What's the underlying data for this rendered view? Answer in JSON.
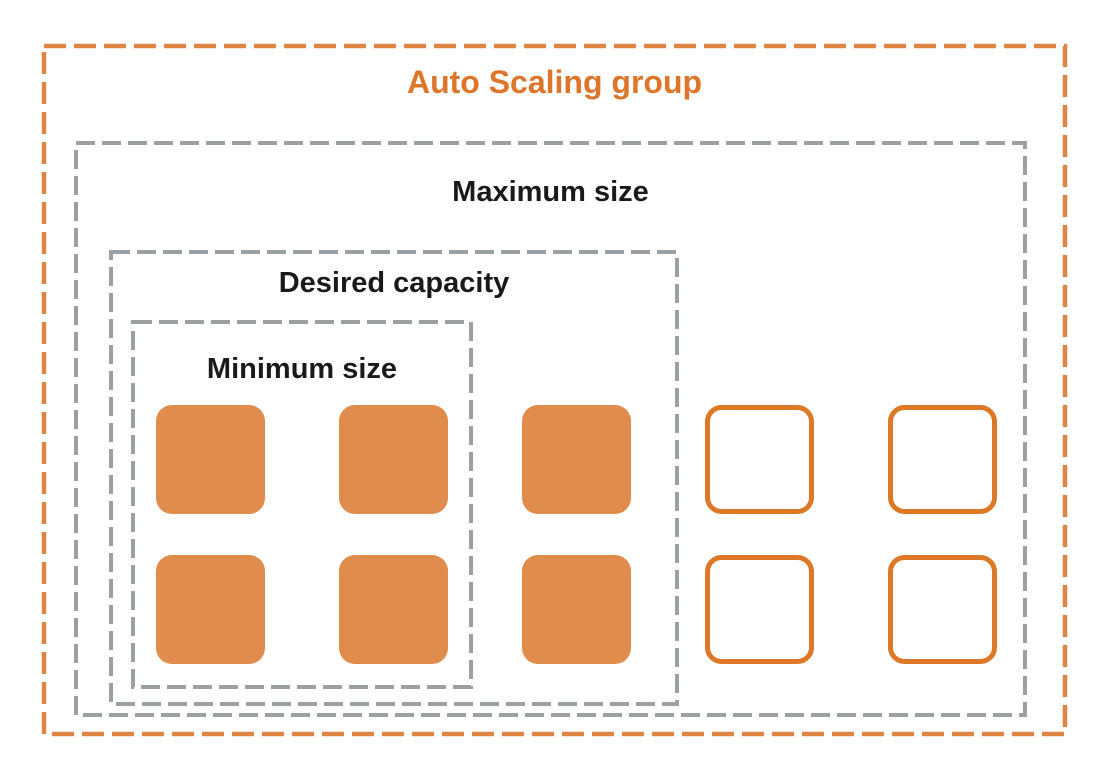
{
  "labels": {
    "auto_scaling_group": "Auto Scaling group",
    "maximum_size": "Maximum size",
    "desired_capacity": "Desired capacity",
    "minimum_size": "Minimum size"
  },
  "instances": {
    "rows": 2,
    "running_columns": 3,
    "slot_columns": 2,
    "running_count": 6,
    "slot_count": 4
  },
  "colors": {
    "group_border_orange": "#E08443",
    "title_orange": "#DD752B",
    "instance_fill_orange": "#E08C4D",
    "instance_outline_orange": "#DC7826",
    "inner_border_gray": "#9BA0A3",
    "label_text": "#1A1A1A",
    "background": "#FFFFFF"
  }
}
